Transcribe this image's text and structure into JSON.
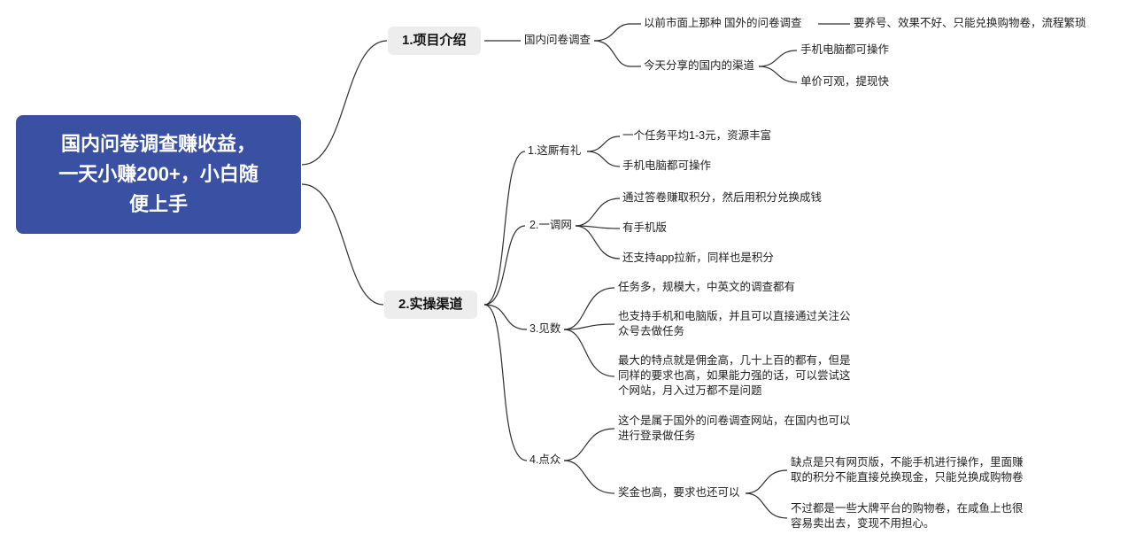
{
  "colors": {
    "root_bg": "#3a51a3",
    "root_text": "#ffffff",
    "topic_box_bg": "#ededed",
    "connector_line": "#2e2e2e"
  },
  "root": {
    "lines": [
      "国内问卷调查赚收益，",
      "一天小赚200+，小白随",
      "便上手"
    ]
  },
  "project": {
    "label": "1.项目介绍",
    "domestic_survey": "国内问卷调查",
    "old_foreign": "以前市面上那种 国外的问卷调查",
    "old_foreign_issues": "要养号、效果不好、只能兑换购物卷，流程繁琐",
    "today_channel": "今天分享的国内的渠道",
    "today_point1": "手机电脑都可操作",
    "today_point2": "单价可观，提现快"
  },
  "channels": {
    "label": "2.实操渠道",
    "p1": {
      "name": "1.这厮有礼",
      "points": [
        "一个任务平均1-3元，资源丰富",
        "手机电脑都可操作"
      ]
    },
    "p2": {
      "name": "2.一调网",
      "points": [
        "通过答卷赚取积分，然后用积分兑换成钱",
        "有手机版",
        "还支持app拉新，同样也是积分"
      ]
    },
    "p3": {
      "name": "3.见数",
      "points": [
        "任务多，规模大，中英文的调查都有",
        "也支持手机和电脑版，并且可以直接通过关注公众号去做任务",
        "最大的特点就是佣金高，几十上百的都有，但是同样的要求也高，如果能力强的话，可以尝试这个网站，月入过万都不是问题"
      ]
    },
    "p4": {
      "name": "4.点众",
      "points": [
        "这个是属于国外的问卷调查网站，在国内也可以进行登录做任务",
        "奖金也高，要求也还可以"
      ],
      "bonus_sub": [
        "缺点是只有网页版，不能手机进行操作，里面赚取的积分不能直接兑换现金，只能兑换成购物卷",
        "不过都是一些大牌平台的购物卷，在咸鱼上也很容易卖出去，变现不用担心。"
      ]
    }
  }
}
